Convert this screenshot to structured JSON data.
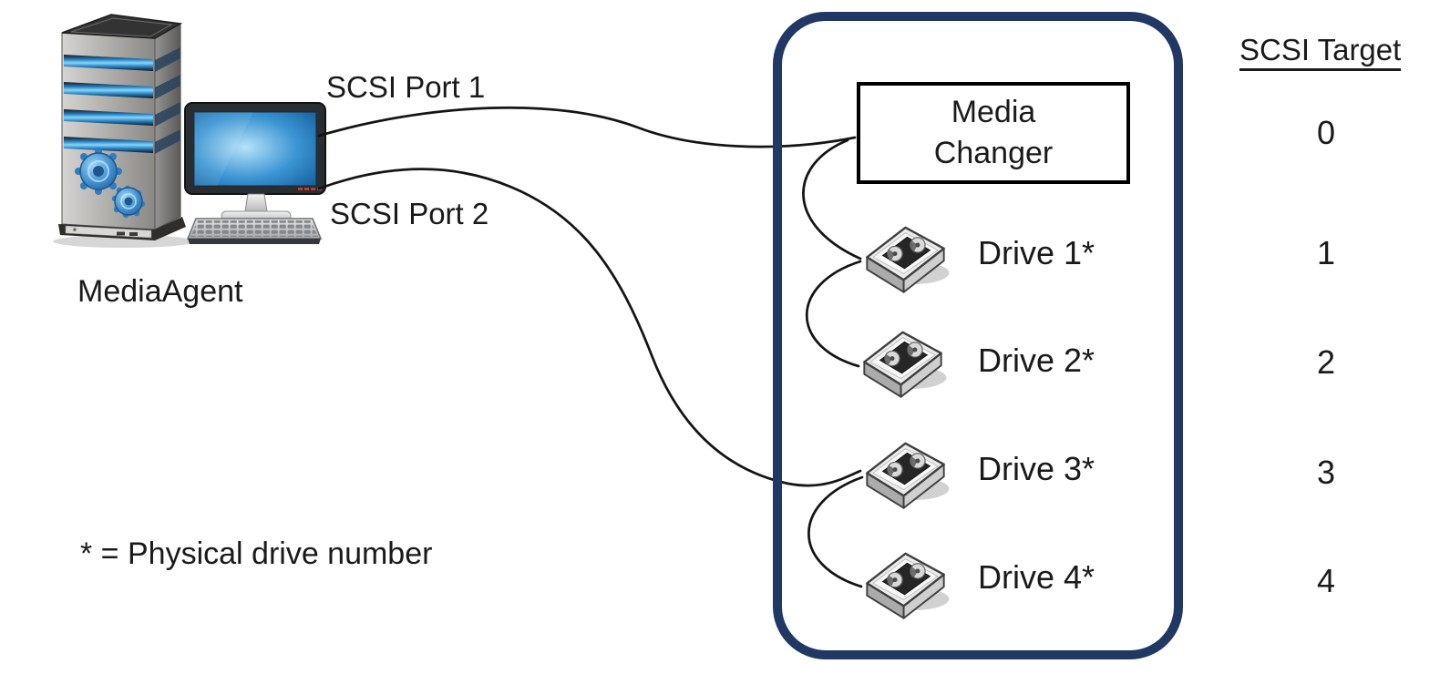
{
  "media_agent": {
    "label": "MediaAgent"
  },
  "connections": {
    "port1_label": "SCSI Port 1",
    "port2_label": "SCSI Port 2"
  },
  "library": {
    "media_changer": {
      "line1": "Media",
      "line2": "Changer"
    },
    "drives": [
      {
        "label": "Drive 1*"
      },
      {
        "label": "Drive 2*"
      },
      {
        "label": "Drive 3*"
      },
      {
        "label": "Drive 4*"
      }
    ]
  },
  "scsi_target_column": {
    "header": "SCSI Target",
    "values": [
      "0",
      "1",
      "2",
      "3",
      "4"
    ]
  },
  "footnote": "* = Physical drive number",
  "colors": {
    "library_border": "#1F3864",
    "cable": "#141414",
    "text": "#1a1a1a"
  }
}
